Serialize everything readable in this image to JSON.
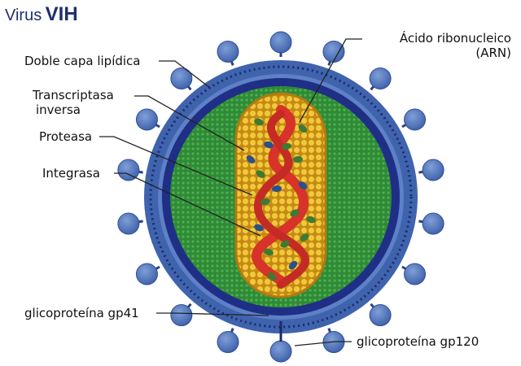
{
  "title": {
    "prefix": "Virus",
    "emphasis": "VIH"
  },
  "labels": {
    "lipid_bilayer": "Doble capa lipídica",
    "rna_line1": "Ácido ribonucleico",
    "rna_line2": "(ARN)",
    "reverse_transcriptase_line1": "Transcriptasa",
    "reverse_transcriptase_line2": "inversa",
    "protease": "Proteasa",
    "integrase": "Integrasa",
    "gp41": "glicoproteína gp41",
    "gp120": "glicoproteína gp120"
  },
  "colors": {
    "title": "#1e2f6e",
    "envelope": "#3f63ad",
    "envelope_band": "#1f2f86",
    "spikes": "#4b6fb7",
    "matrix": "#2f8f3a",
    "capsid": "#e3b325",
    "rna": "#d7332a",
    "enzymes": "#4f8a3a"
  }
}
